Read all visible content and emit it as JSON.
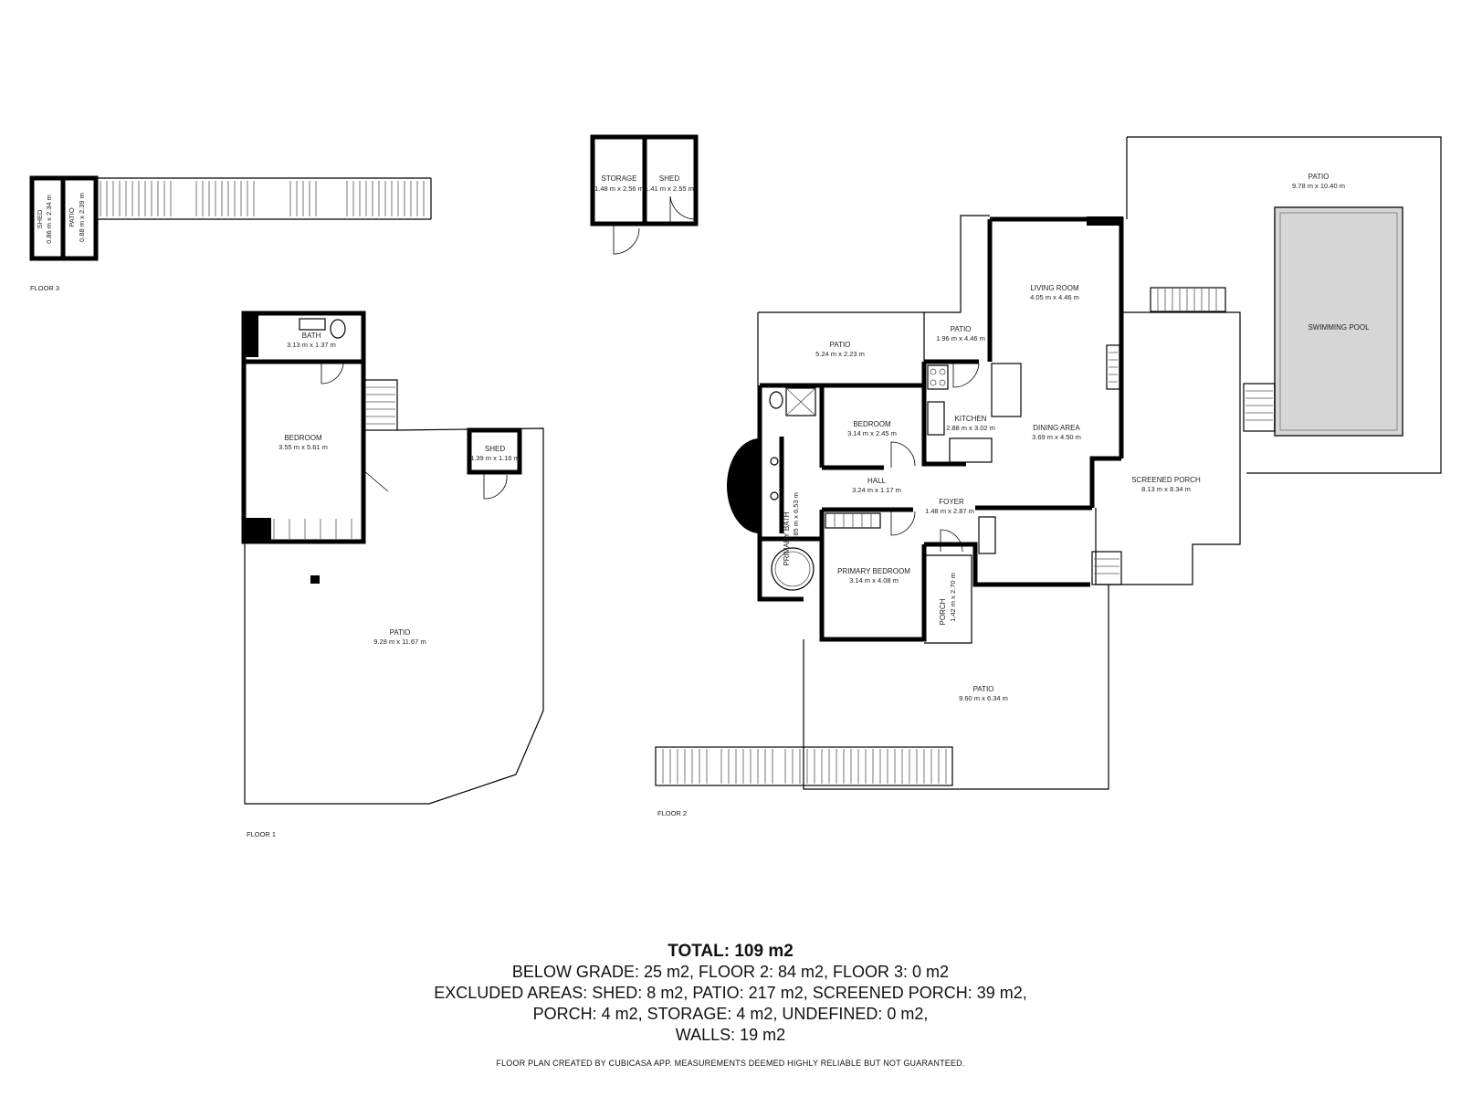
{
  "floors": {
    "floor3": "FLOOR 3",
    "floor1": "FLOOR 1",
    "floor2": "FLOOR 2"
  },
  "rooms": {
    "f3_shed": {
      "name": "SHED",
      "dim": "0.86 m x 2.34 m"
    },
    "f3_patio": {
      "name": "PATIO",
      "dim": "0.88 m x 2.39 m"
    },
    "storage": {
      "name": "STORAGE",
      "dim": "1.48 m x 2.56 m"
    },
    "top_shed": {
      "name": "SHED",
      "dim": "1.41 m x 2.55 m"
    },
    "f1_bath": {
      "name": "BATH",
      "dim": "3.13 m x 1.37 m"
    },
    "f1_bedroom": {
      "name": "BEDROOM",
      "dim": "3.55 m x 5.61 m"
    },
    "f1_shed": {
      "name": "SHED",
      "dim": "1.39 m x 1.16 m"
    },
    "f1_patio": {
      "name": "PATIO",
      "dim": "9.28 m x 11.67 m"
    },
    "f2_patio_nw": {
      "name": "PATIO",
      "dim": "5.24 m x 2.23 m"
    },
    "f2_patio_mid": {
      "name": "PATIO",
      "dim": "1.96 m x 4.46 m"
    },
    "living": {
      "name": "LIVING ROOM",
      "dim": "4.05 m x 4.46 m"
    },
    "pool_patio": {
      "name": "PATIO",
      "dim": "9.78 m x 10.40 m"
    },
    "pool": {
      "name": "SWIMMING POOL"
    },
    "f2_bedroom": {
      "name": "BEDROOM",
      "dim": "3.14 m x 2.45 m"
    },
    "kitchen": {
      "name": "KITCHEN",
      "dim": "2.88 m x 3.02 m"
    },
    "dining": {
      "name": "DINING AREA",
      "dim": "3.69 m x 4.50 m"
    },
    "primary_bath": {
      "name": "PRIMARY BATH",
      "dim": "1.85 m x 6.53 m"
    },
    "hall": {
      "name": "HALL",
      "dim": "3.24 m x 1.17 m"
    },
    "foyer": {
      "name": "FOYER",
      "dim": "1.48 m x 2.87 m"
    },
    "screened_porch": {
      "name": "SCREENED PORCH",
      "dim": "8.13 m x 8.34 m"
    },
    "primary_bedroom": {
      "name": "PRIMARY BEDROOM",
      "dim": "3.14 m x 4.08 m"
    },
    "porch": {
      "name": "PORCH",
      "dim": "1.42 m x 2.70 m"
    },
    "f2_patio_s": {
      "name": "PATIO",
      "dim": "9.60 m x 6.34 m"
    }
  },
  "summary": {
    "total": "TOTAL: 109 m2",
    "line1": "BELOW GRADE: 25 m2, FLOOR 2: 84 m2, FLOOR 3: 0 m2",
    "line2": "EXCLUDED AREAS: SHED: 8 m2, PATIO: 217 m2, SCREENED PORCH: 39 m2,",
    "line3": "PORCH: 4 m2, STORAGE: 4 m2, UNDEFINED: 0 m2,",
    "line4": "WALLS: 19 m2",
    "disclaimer": "FLOOR PLAN CREATED BY CUBICASA APP. MEASUREMENTS DEEMED HIGHLY RELIABLE BUT NOT GUARANTEED."
  }
}
